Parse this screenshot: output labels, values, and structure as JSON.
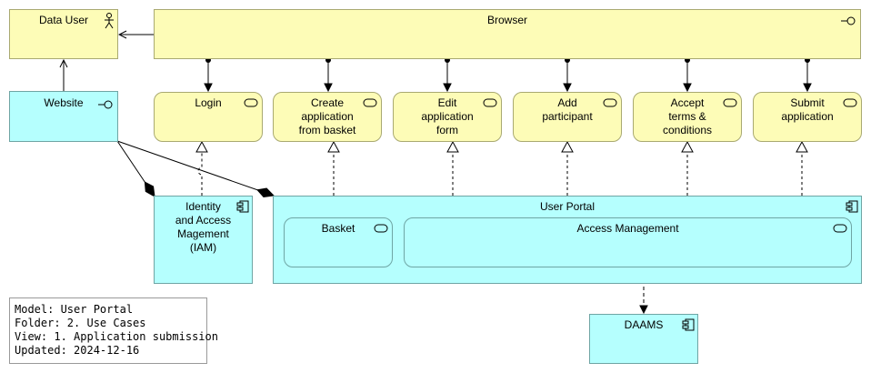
{
  "nodes": {
    "data_user": "Data User",
    "browser": "Browser",
    "website": "Website",
    "login": "Login",
    "create_application": "Create\napplication\nfrom basket",
    "edit_application": "Edit\napplication\nform",
    "add_participant": "Add\nparticipant",
    "accept_terms": "Accept\nterms &\nconditions",
    "submit_application": "Submit\napplication",
    "iam": "Identity\nand Access\nMagement\n(IAM)",
    "user_portal": "User Portal",
    "basket": "Basket",
    "access_management": "Access Management",
    "daams": "DAAMS"
  },
  "legend": {
    "model": "Model: User Portal",
    "folder": "Folder: 2. Use Cases",
    "view": "View: 1. Application submission",
    "updated": "Updated: 2024-12-16"
  },
  "colors": {
    "business": "#fdfcb7",
    "application": "#b5fffe",
    "border": "#a9a971",
    "line": "#000000"
  },
  "icons": {
    "actor": "actor-icon",
    "interface": "interface-icon",
    "service": "service-icon",
    "component": "component-icon"
  }
}
